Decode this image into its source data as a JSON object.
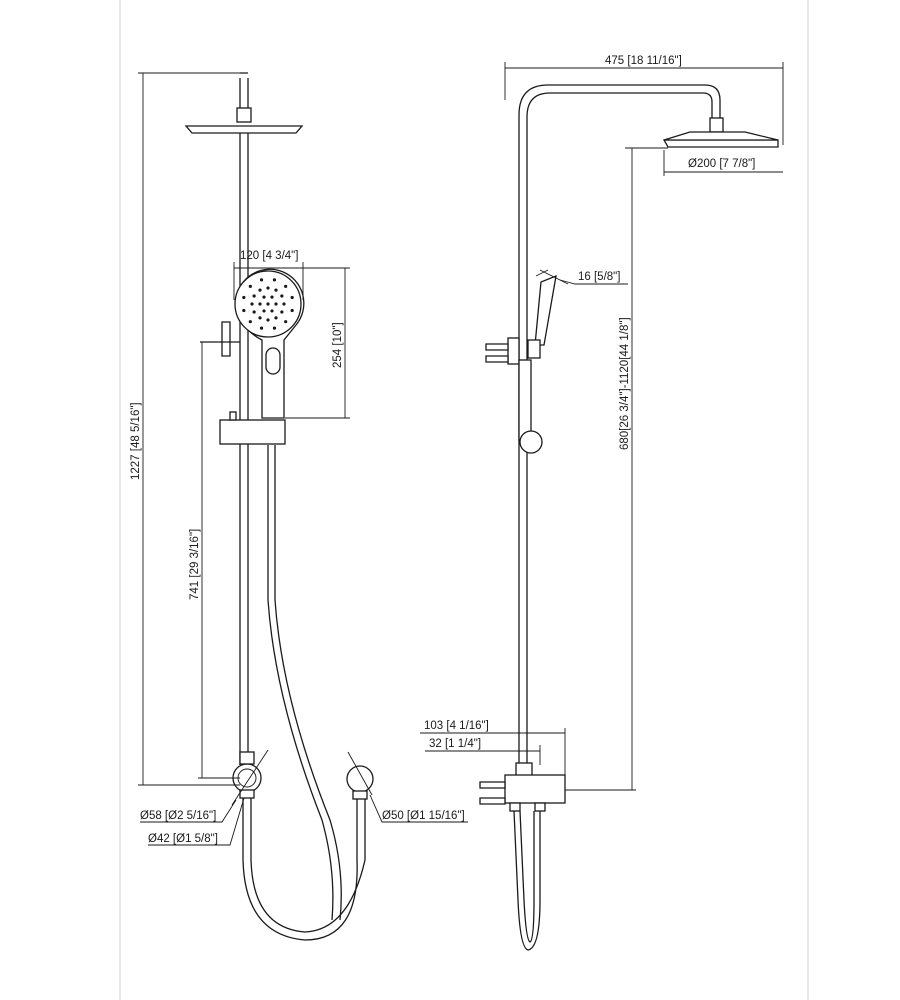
{
  "front_view": {
    "dims": {
      "handshower_width": "120 [4 3/4\"]",
      "handshower_height": "254 [10\"]",
      "total_height": "1227 [48 5/16\"]",
      "bracket_height": "741 [29 3/16\"]",
      "diverter_outer": "Ø58 [Ø2 5/16\"]",
      "diverter_inner": "Ø42 [Ø1 5/8\"]",
      "elbow_diameter": "Ø50 [Ø1 15/16\"]"
    }
  },
  "side_view": {
    "dims": {
      "arm_reach": "475 [18 11/16\"]",
      "head_diameter": "Ø200 [7 7/8\"]",
      "handshower_thickness": "16 [5/8\"]",
      "adjustable_height": "680[26 3/4\"]-1120[44 1/8\"]",
      "mixer_depth": "103 [4 1/16\"]",
      "riser_offset": "32 [1 1/4\"]"
    }
  }
}
